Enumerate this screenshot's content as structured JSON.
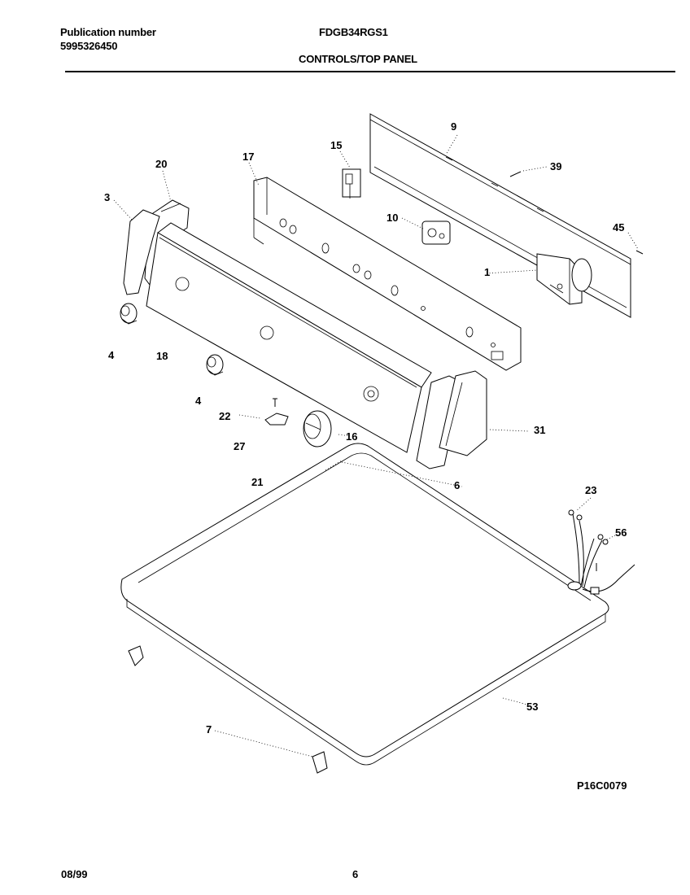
{
  "header": {
    "publication_label": "Publication number",
    "publication_number": "5995326450",
    "model": "FDGB34RGS1",
    "section_title": "CONTROLS/TOP PANEL"
  },
  "diagram": {
    "drawing_code": "P16C0079",
    "callouts": {
      "c1": "1",
      "c3": "3",
      "c4a": "4",
      "c4b": "4",
      "c6": "6",
      "c7": "7",
      "c9": "9",
      "c10": "10",
      "c15": "15",
      "c16": "16",
      "c17": "17",
      "c18": "18",
      "c20": "20",
      "c21": "21",
      "c22": "22",
      "c23": "23",
      "c27": "27",
      "c31": "31",
      "c39": "39",
      "c45": "45",
      "c53": "53",
      "c56": "56"
    }
  },
  "footer": {
    "date": "08/99",
    "page": "6"
  }
}
